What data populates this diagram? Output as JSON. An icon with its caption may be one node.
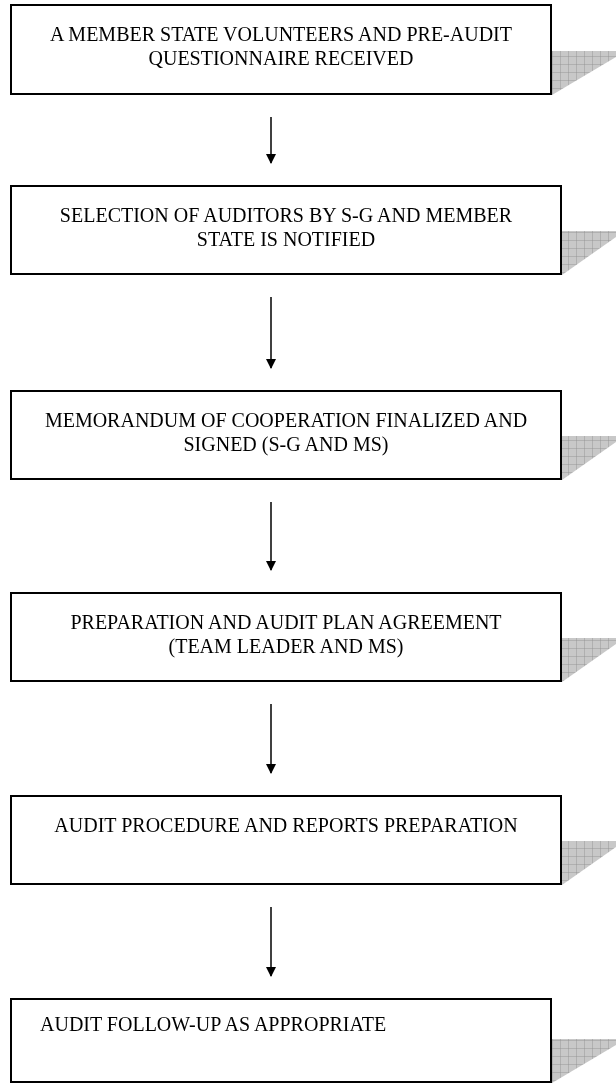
{
  "diagram": {
    "nodes": [
      {
        "text": [
          "A MEMBER STATE VOLUNTEERS AND PRE-AUDIT QUESTIONNAIRE RECEIVED"
        ]
      },
      {
        "text": [
          "SELECTION OF AUDITORS BY S-G AND MEMBER STATE IS NOTIFIED"
        ]
      },
      {
        "text": [
          "MEMORANDUM OF COOPERATION FINALIZED AND SIGNED (S-G AND MS)"
        ]
      },
      {
        "text": [
          "PREPARATION AND AUDIT PLAN AGREEMENT (TEAM LEADER AND MS)"
        ]
      },
      {
        "text": [
          "AUDIT PROCEDURE AND REPORTS PREPARATION"
        ]
      },
      {
        "text": [
          "AUDIT FOLLOW-UP AS APPROPRIATE"
        ]
      }
    ],
    "edges": [
      {
        "from": 0,
        "to": 1,
        "arrow": "to"
      },
      {
        "from": 1,
        "to": 2,
        "arrow": "to"
      },
      {
        "from": 2,
        "to": 3,
        "arrow": "to"
      },
      {
        "from": 3,
        "to": 4,
        "arrow": "to"
      },
      {
        "from": 4,
        "to": 5,
        "arrow": "to"
      }
    ]
  }
}
